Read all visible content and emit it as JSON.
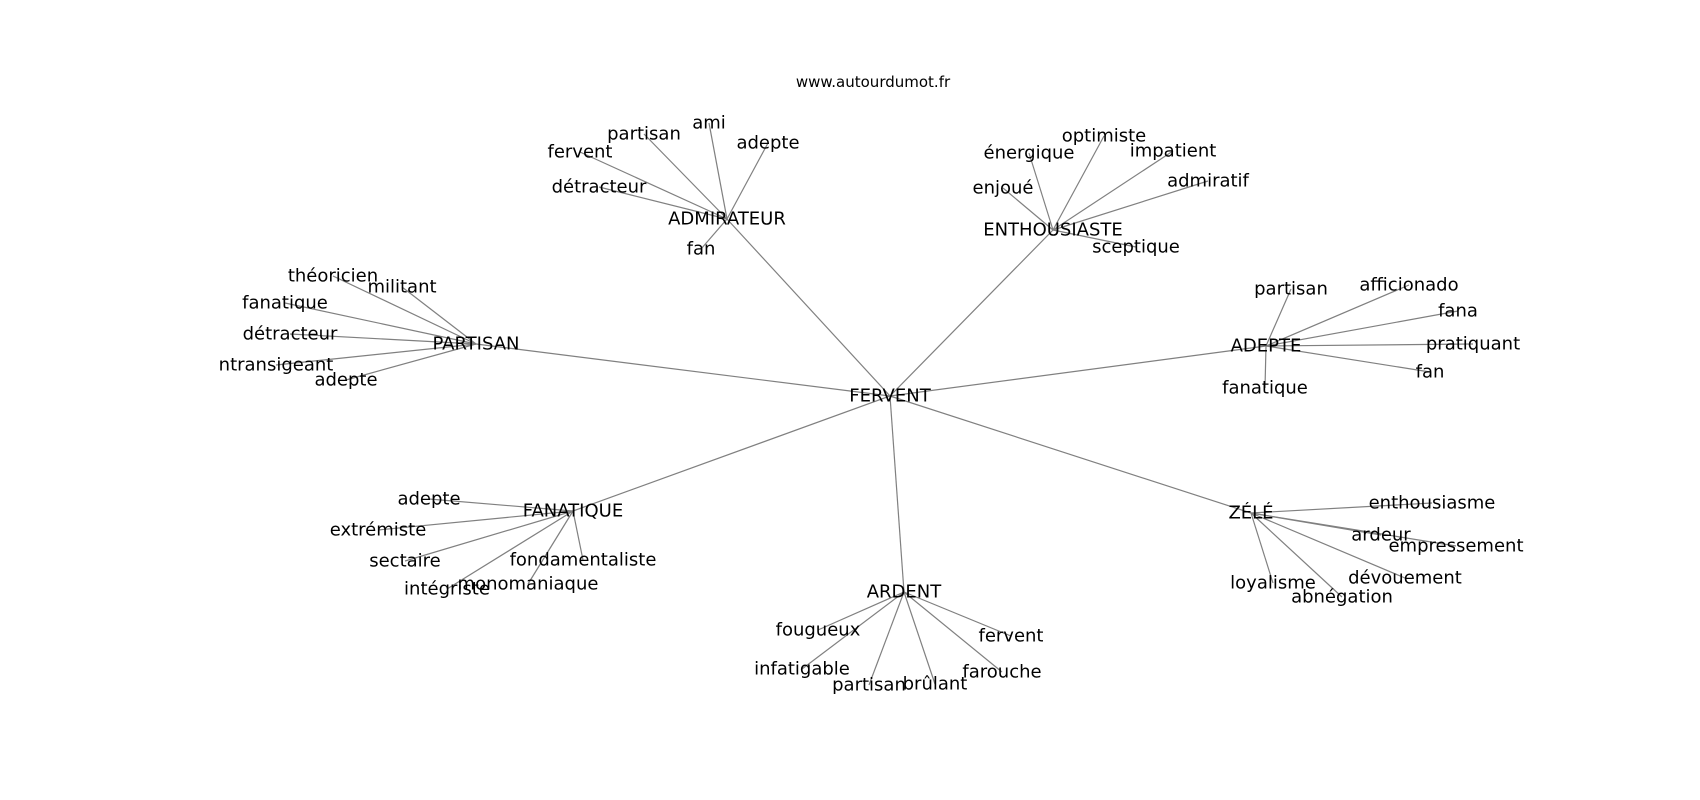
{
  "site_label": "www.autourdumot.fr",
  "center": {
    "label": "FERVENT"
  },
  "groups": [
    {
      "label": "ADMIRATEUR",
      "words": [
        "fan",
        "détracteur",
        "fervent",
        "partisan",
        "ami",
        "adepte"
      ]
    },
    {
      "label": "ENTHOUSIASTE",
      "words": [
        "sceptique",
        "enjoué",
        "énergique",
        "optimiste",
        "impatient",
        "admiratif"
      ]
    },
    {
      "label": "ADEPTE",
      "words": [
        "partisan",
        "afficionado",
        "fana",
        "pratiquant",
        "fan",
        "fanatique"
      ]
    },
    {
      "label": "ZÉLÉ",
      "words": [
        "enthousiasme",
        "ardeur",
        "empressement",
        "dévouement",
        "abnégation",
        "loyalisme"
      ]
    },
    {
      "label": "ARDENT",
      "words": [
        "fougueux",
        "infatigable",
        "partisan",
        "brûlant",
        "farouche",
        "fervent"
      ]
    },
    {
      "label": "FANATIQUE",
      "words": [
        "adepte",
        "extrémiste",
        "sectaire",
        "intégriste",
        "monomaniaque",
        "fondamentaliste"
      ]
    },
    {
      "label": "PARTISAN",
      "words": [
        "théoricien",
        "militant",
        "fanatique",
        "détracteur",
        "ntransigeant",
        "adepte"
      ]
    }
  ]
}
